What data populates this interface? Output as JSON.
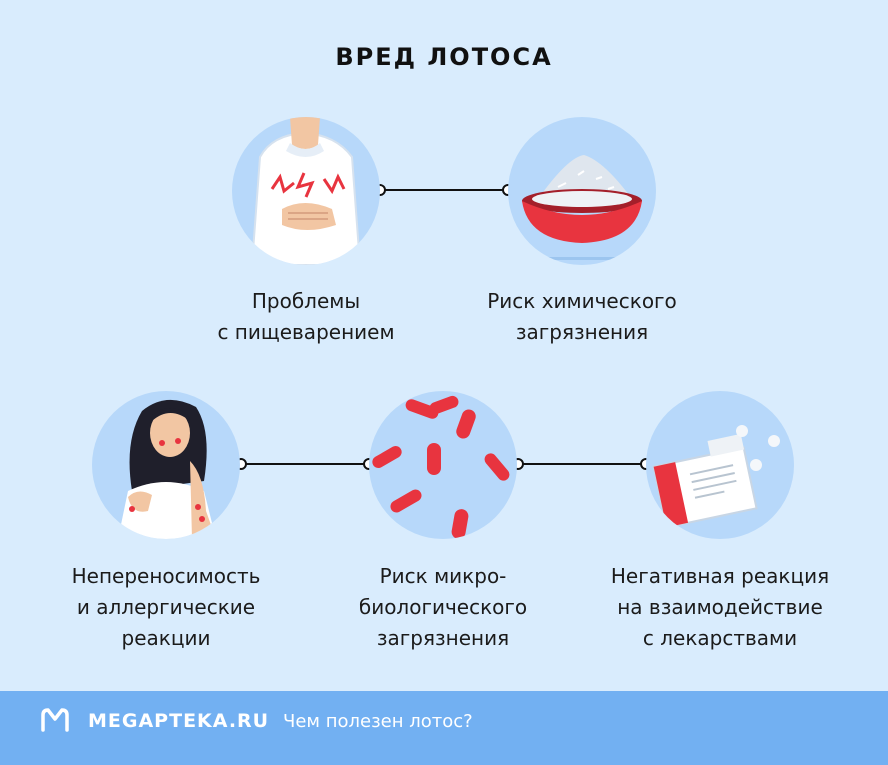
{
  "title": "ВРЕД ЛОТОСА",
  "items": [
    {
      "line1": "Проблемы",
      "line2": "с пищеварением",
      "line3": ""
    },
    {
      "line1": "Риск химического",
      "line2": "загрязнения",
      "line3": ""
    },
    {
      "line1": "Непереносимость",
      "line2": "и аллергические",
      "line3": "реакции"
    },
    {
      "line1": "Риск микро-",
      "line2": "биологического",
      "line3": "загрязнения"
    },
    {
      "line1": "Негативная реакция",
      "line2": "на взаимодействие",
      "line3": "с лекарствами"
    }
  ],
  "icons": [
    "stomach-pain-person-icon",
    "salt-bowl-icon",
    "allergic-woman-icon",
    "bacteria-icon",
    "medicine-box-icon"
  ],
  "footer": {
    "brand": "MEGAPTEKA.RU",
    "link": "Чем полезен лотос?"
  },
  "colors": {
    "background": "#d9ecfd",
    "circle": "#b7d8fa",
    "accent_red": "#e8343f",
    "footer": "#72b0f2"
  }
}
